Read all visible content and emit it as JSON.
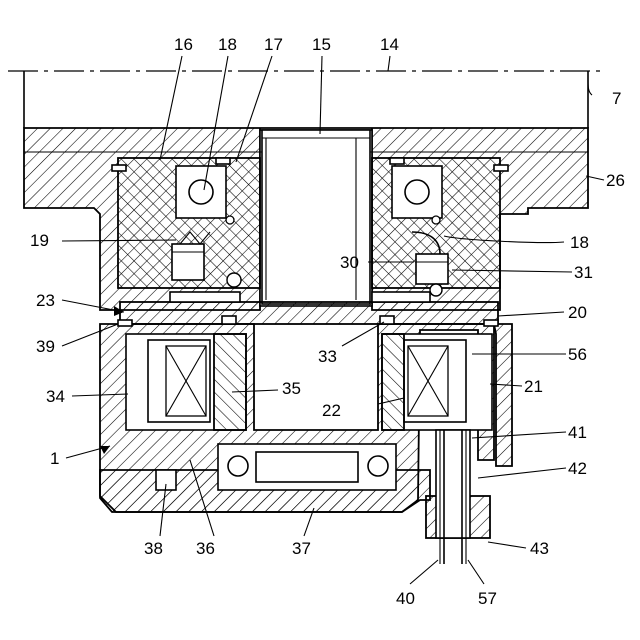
{
  "figure": {
    "labels": [
      {
        "id": "l16",
        "text": "16"
      },
      {
        "id": "l18a",
        "text": "18"
      },
      {
        "id": "l17",
        "text": "17"
      },
      {
        "id": "l15",
        "text": "15"
      },
      {
        "id": "l14",
        "text": "14"
      },
      {
        "id": "l7",
        "text": "7"
      },
      {
        "id": "l26",
        "text": "26"
      },
      {
        "id": "l19",
        "text": "19"
      },
      {
        "id": "l18b",
        "text": "18"
      },
      {
        "id": "l30",
        "text": "30"
      },
      {
        "id": "l31",
        "text": "31"
      },
      {
        "id": "l23",
        "text": "23"
      },
      {
        "id": "l20",
        "text": "20"
      },
      {
        "id": "l39",
        "text": "39"
      },
      {
        "id": "l33",
        "text": "33"
      },
      {
        "id": "l56",
        "text": "56"
      },
      {
        "id": "l34",
        "text": "34"
      },
      {
        "id": "l35",
        "text": "35"
      },
      {
        "id": "l22",
        "text": "22"
      },
      {
        "id": "l21",
        "text": "21"
      },
      {
        "id": "l41",
        "text": "41"
      },
      {
        "id": "l1",
        "text": "1"
      },
      {
        "id": "l42",
        "text": "42"
      },
      {
        "id": "l38",
        "text": "38"
      },
      {
        "id": "l36",
        "text": "36"
      },
      {
        "id": "l37",
        "text": "37"
      },
      {
        "id": "l43",
        "text": "43"
      },
      {
        "id": "l40",
        "text": "40"
      },
      {
        "id": "l57",
        "text": "57"
      }
    ]
  }
}
